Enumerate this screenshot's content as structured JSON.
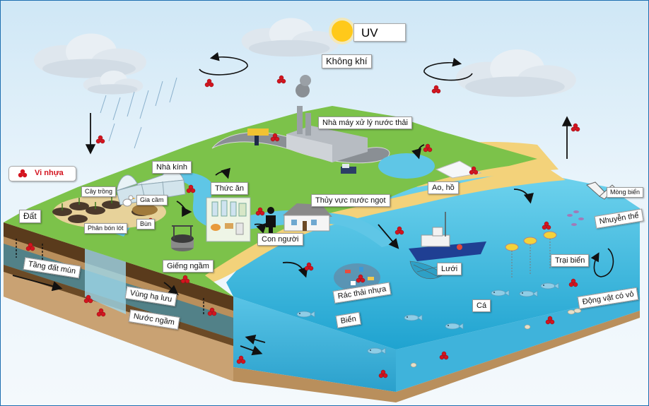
{
  "sun_label": "UV",
  "air_label": "Không khí",
  "legend": {
    "label": "Vi nhựa",
    "color": "#d4141f"
  },
  "labels": {
    "wastewater_plant": "Nhà máy xử lý nước thải",
    "greenhouse": "Nhà kính",
    "crops": "Cây trồng",
    "poultry": "Gia cầm",
    "fertilizer": "Phân bón lót",
    "mud": "Bùn",
    "soil": "Đất",
    "food": "Thức ăn",
    "humans": "Con người",
    "freshwater": "Thủy vực nước ngọt",
    "pond_lake": "Ao, hồ",
    "well": "Giếng ngầm",
    "topsoil": "Tầng đất mùn",
    "recharge_zone": "Vùng hạ lưu",
    "groundwater": "Nước ngầm",
    "plastic_waste": "Rác thải nhựa",
    "sea": "Biển",
    "net": "Lưới",
    "seagull": "Mòng biển",
    "mollusk": "Nhuyễn thể",
    "sea_farm": "Trại biển",
    "fish": "Cá",
    "shellfish": "Động vật có vỏ"
  },
  "icons": [
    "sun-icon",
    "cloud-icon",
    "factory-icon",
    "house-icon",
    "person-icon",
    "boat-icon",
    "fish-icon",
    "seagull-icon",
    "microplastic-icon",
    "greenhouse-icon",
    "well-icon",
    "truck-icon",
    "arrow-icon"
  ],
  "colors": {
    "microplastic": "#d4141f",
    "sea": "#2fb8de",
    "land": "#7cc24a",
    "soil": "#8a5a2b",
    "sand": "#f3d27a"
  }
}
